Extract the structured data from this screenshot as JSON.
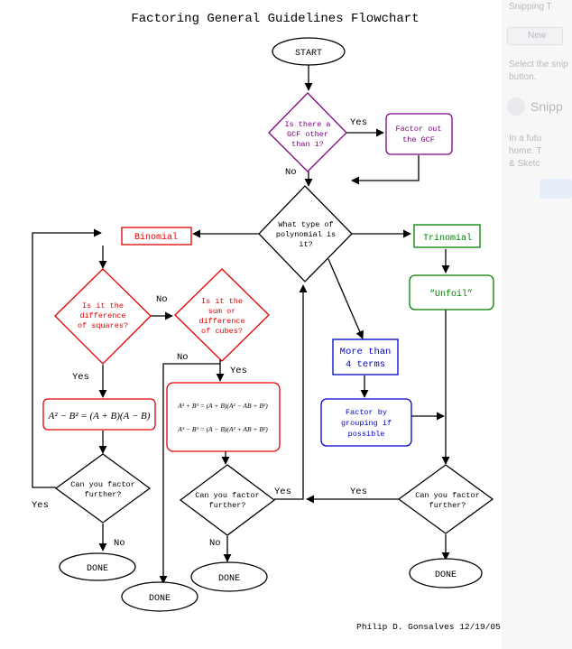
{
  "title": "Factoring General Guidelines Flowchart",
  "author_line": "Philip D. Gonsalves 12/19/05",
  "nodes": {
    "start": "START",
    "gcf_q": [
      "Is there a",
      "GCF other",
      "than 1?"
    ],
    "gcf_action": [
      "Factor out",
      "the GCF"
    ],
    "type_q": [
      "What type of",
      "polynomial is",
      "it?"
    ],
    "binomial": "Binomial",
    "trinomial": "Trinomial",
    "unfoil": "“Unfoil”",
    "squares_q": [
      "Is it the",
      "difference",
      "of squares?"
    ],
    "cubes_q": [
      "Is it the",
      "sum or",
      "difference",
      "of cubes?"
    ],
    "more_than_4": [
      "More than",
      "4 terms"
    ],
    "grouping": [
      "Factor by",
      "grouping if",
      "possible"
    ],
    "squares_formula": "A² − B² = (A + B)(A − B)",
    "cubes_formula_1": "A³ + B³ = (A + B)(A² − AB + B²)",
    "cubes_formula_2": "A³ − B³ = (A − B)(A² + AB + B²)",
    "further_q_left": [
      "Can you factor",
      "further?"
    ],
    "further_q_mid": [
      "Can you factor",
      "further?"
    ],
    "further_q_right": [
      "Can you factor",
      "further?"
    ],
    "done": "DONE"
  },
  "edge_labels": {
    "yes": "Yes",
    "no": "No"
  },
  "colors": {
    "purple": "#800080",
    "red": "#e00000",
    "green": "#008000",
    "blue": "#0000cc",
    "black": "#000000"
  },
  "side_panel": {
    "title": "Snipping T",
    "new_button": "New",
    "hint_1": "Select the snip",
    "hint_2": "button.",
    "brand": "Snipp",
    "line_1": "In a futu",
    "line_2": "home. T",
    "line_3": "& Sketc"
  }
}
